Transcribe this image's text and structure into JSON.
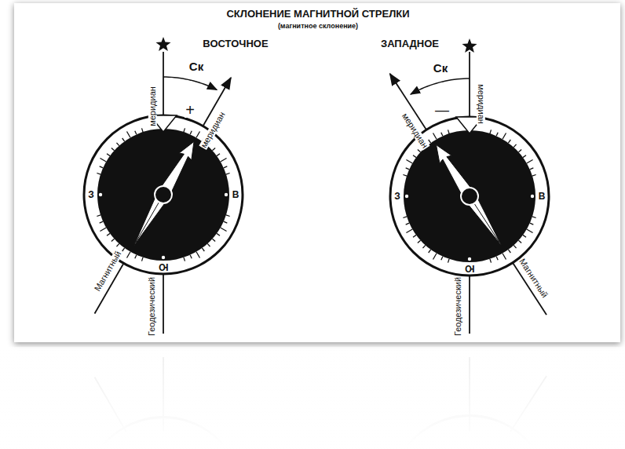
{
  "diagram": {
    "title": "СКЛОНЕНИЕ МАГНИТНОЙ СТРЕЛКИ",
    "labels": [
      "(магнитное склонение)",
      "ВОСТОЧНОЕ",
      "Ск",
      "+",
      "меридиан",
      "меридиан",
      "З",
      "В",
      "Ю",
      "Магнитный",
      "Геодезический",
      "ЗАПАДНОЕ",
      "Ск",
      "—",
      "меридиан",
      "меридиан",
      "З",
      "В",
      "Ю",
      "Геодезический",
      "Магнитный"
    ]
  }
}
